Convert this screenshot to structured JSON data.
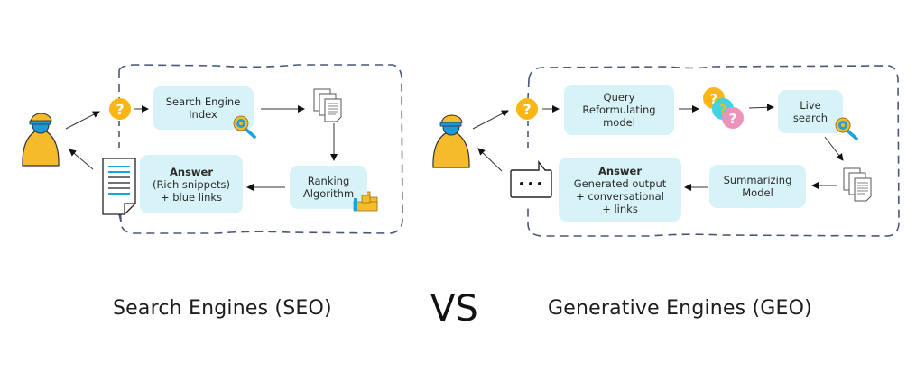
{
  "seo": {
    "caption": "Search Engines (SEO)",
    "nodes": {
      "query": {
        "icon": "question-icon"
      },
      "index": {
        "label": "Search Engine Index",
        "line1": "Search Engine",
        "line2": "Index",
        "icon": "magnifier-icon"
      },
      "documents": {
        "icon": "documents-icon"
      },
      "ranking": {
        "line1": "Ranking",
        "line2": "Algorithm",
        "icon": "podium-icon"
      },
      "answer": {
        "title": "Answer",
        "line1": "(Rich snippets)",
        "line2": "+ blue links",
        "icon": "document-page-icon"
      }
    }
  },
  "vs_label": "VS",
  "geo": {
    "caption": "Generative Engines (GEO)",
    "nodes": {
      "query": {
        "icon": "question-icon"
      },
      "reformulating": {
        "line1": "Query",
        "line2": "Reformulating",
        "line3": "model"
      },
      "multi_query": {
        "icon": "multiple-questions-icon"
      },
      "live_search": {
        "line1": "Live",
        "line2": "search",
        "icon": "magnifier-icon"
      },
      "documents": {
        "icon": "documents-icon"
      },
      "summarizing": {
        "line1": "Summarizing",
        "line2": "Model"
      },
      "answer": {
        "title": "Answer",
        "line1": "Generated output",
        "line2": "+ conversational",
        "line3": "+  links",
        "icon": "chat-bubble-icon"
      }
    }
  },
  "colors": {
    "box_fill": "#d7f3f8",
    "user_body": "#f6bb2b",
    "user_head": "#1a9bd7",
    "question_yellow": "#fbb615",
    "question_cyan": "#3fd3e3",
    "question_pink": "#ec93bc",
    "dashed_border": "#4a5878",
    "accent_blue": "#1ba1dc"
  }
}
